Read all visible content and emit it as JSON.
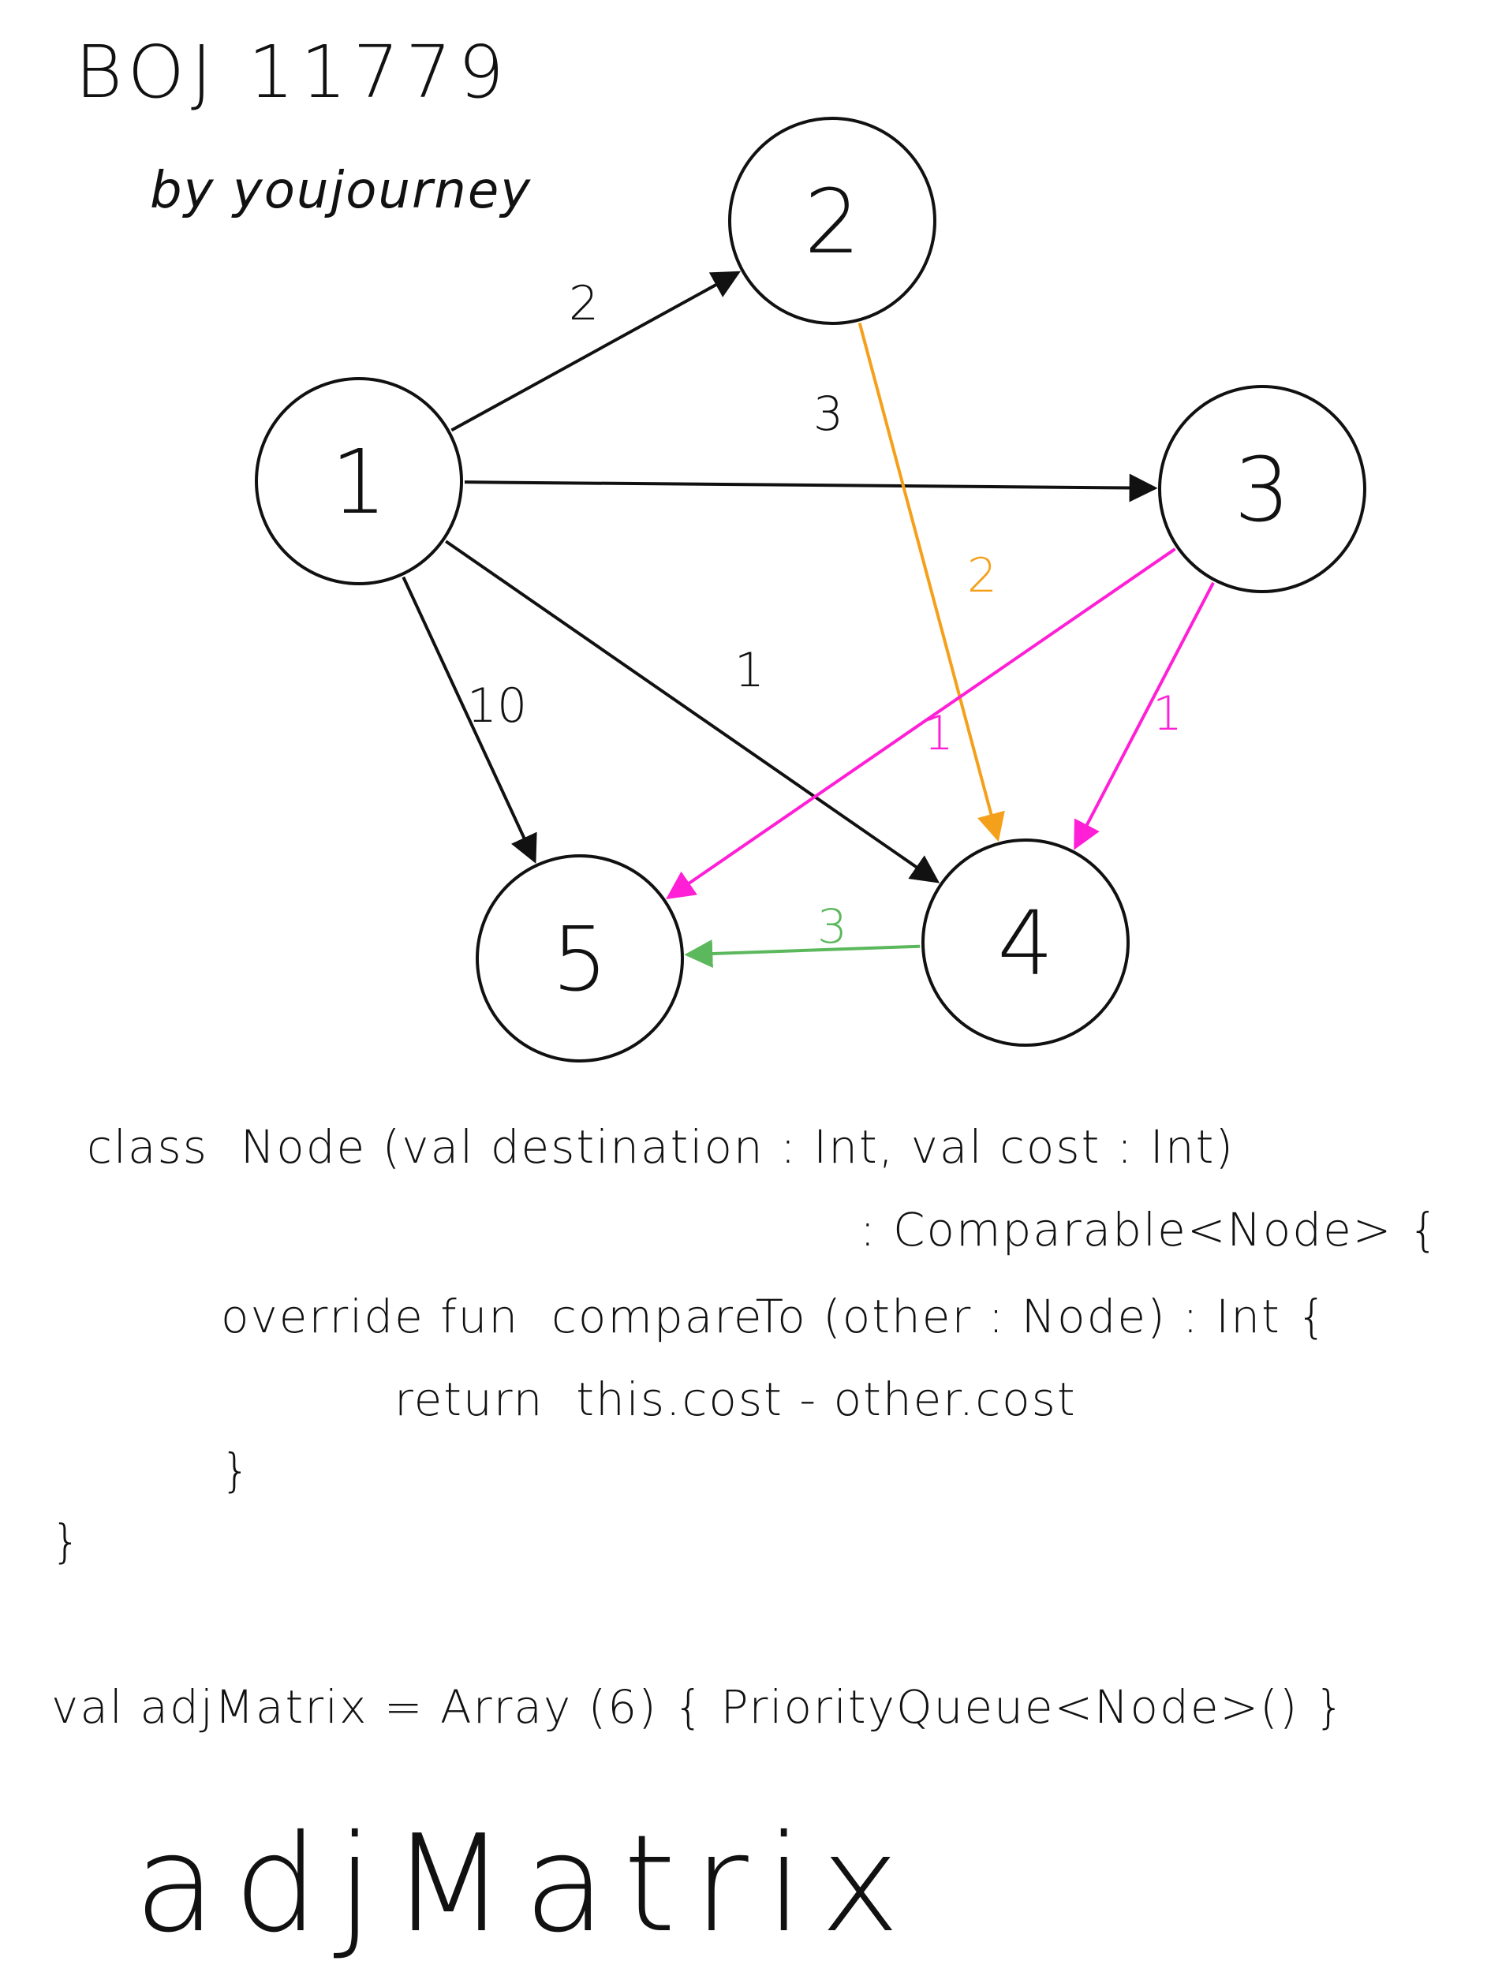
{
  "title": "BOJ 11779",
  "author": "by youjourney",
  "colors": {
    "black": "#111111",
    "orange": "#f5a01a",
    "magenta": "#ff1fd6",
    "green": "#5cb85c"
  },
  "nodes": [
    {
      "id": "1",
      "label": "1"
    },
    {
      "id": "2",
      "label": "2"
    },
    {
      "id": "3",
      "label": "3"
    },
    {
      "id": "4",
      "label": "4"
    },
    {
      "id": "5",
      "label": "5"
    }
  ],
  "edges": [
    {
      "from": "1",
      "to": "2",
      "weight": "2",
      "color": "black"
    },
    {
      "from": "1",
      "to": "3",
      "weight": "3",
      "color": "black"
    },
    {
      "from": "1",
      "to": "4",
      "weight": "1",
      "color": "black"
    },
    {
      "from": "1",
      "to": "5",
      "weight": "10",
      "color": "black"
    },
    {
      "from": "2",
      "to": "4",
      "weight": "2",
      "color": "orange"
    },
    {
      "from": "3",
      "to": "5",
      "weight": "1",
      "color": "magenta"
    },
    {
      "from": "3",
      "to": "4",
      "weight": "1",
      "color": "magenta"
    },
    {
      "from": "4",
      "to": "5",
      "weight": "3",
      "color": "green"
    }
  ],
  "code": {
    "line1": "class  Node (val destination : Int, val cost : Int)",
    "line2": ": Comparable<Node> {",
    "line3": "override fun  compareTo (other : Node) : Int {",
    "line4": "return  this.cost - other.cost",
    "line5": "}",
    "line6": "}",
    "line7": "val adjMatrix = Array (6) { PriorityQueue<Node>() }"
  },
  "big_word": "adjMatrix"
}
